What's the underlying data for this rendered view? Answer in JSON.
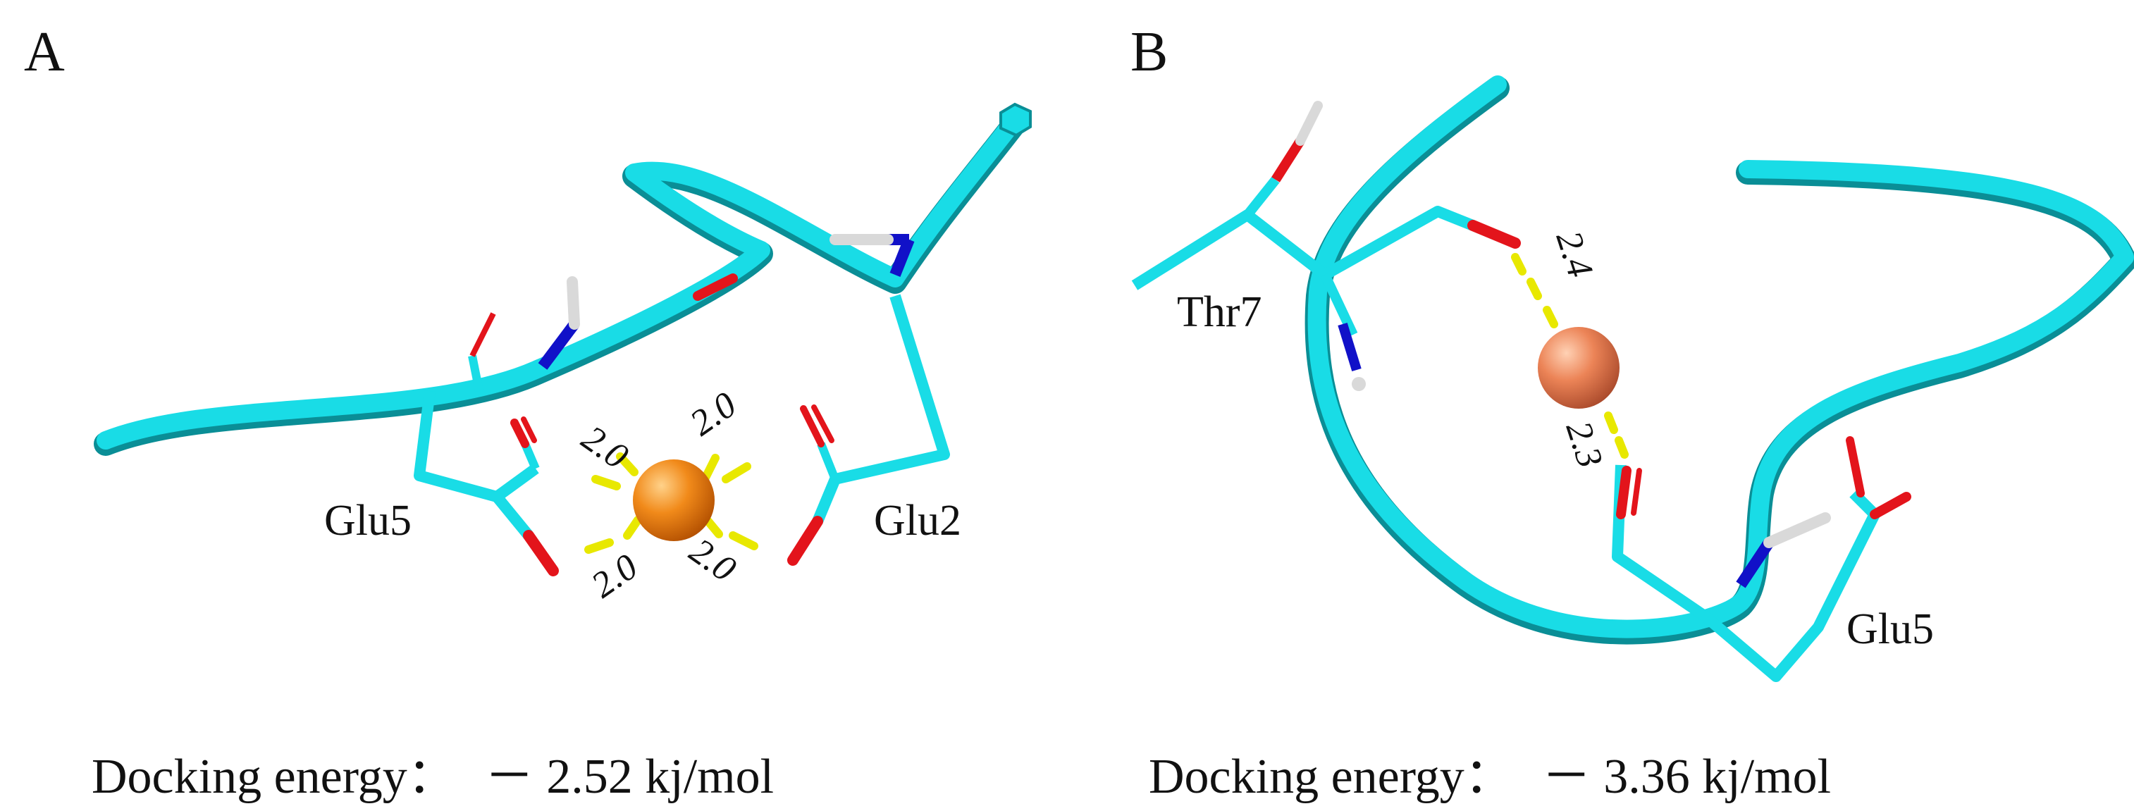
{
  "panels": [
    {
      "letter": "A",
      "residues": [
        "Glu5",
        "Glu2"
      ],
      "distances": [
        "2.0",
        "2.0",
        "2.0",
        "2.0"
      ],
      "energy_label": "Docking energy：",
      "energy_value": "－ 2.52 kj/mol"
    },
    {
      "letter": "B",
      "residues": [
        "Thr7",
        "Glu5"
      ],
      "distances": [
        "2.4",
        "2.3"
      ],
      "energy_label": "Docking energy：",
      "energy_value": "－ 3.36 kj/mol"
    }
  ],
  "colors": {
    "backbone": "#19dce6",
    "backbone_shade": "#0a8e96",
    "oxygen": "#e3141b",
    "nitrogen": "#1111c8",
    "hydrogen": "#d9d9d9",
    "bond_dash": "#e8e800",
    "ion_a": "#e8780a",
    "ion_b": "#e8784a"
  }
}
